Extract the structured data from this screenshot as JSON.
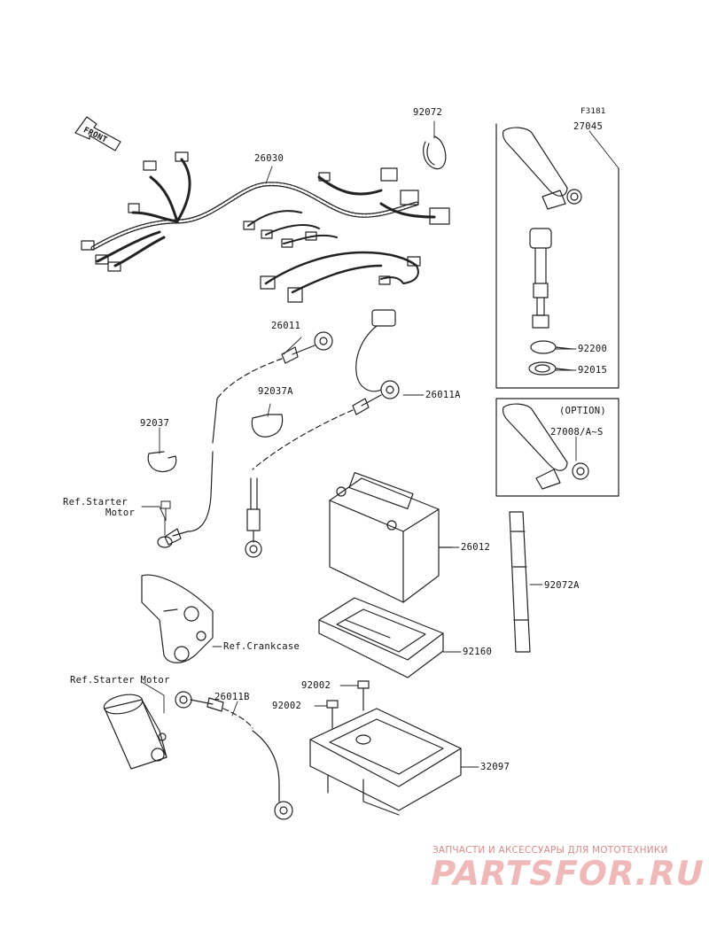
{
  "diagram": {
    "figure_code": "F3181",
    "front_arrow": "FRONT",
    "option_note": "(OPTION)",
    "parts": {
      "p92072": "92072",
      "p27045": "27045",
      "p26030": "26030",
      "p26011": "26011",
      "p92037A": "92037A",
      "p26011A": "26011A",
      "p92200": "92200",
      "p92015": "92015",
      "p92037": "92037",
      "p27008": "27008/A~S",
      "p26012": "26012",
      "p92072A": "92072A",
      "p92160": "92160",
      "p92002a": "92002",
      "p92002b": "92002",
      "p26011B": "26011B",
      "p32097": "32097"
    },
    "refs": {
      "starter_motor_1_line1": "Ref.Starter",
      "starter_motor_1_line2": "Motor",
      "crankcase": "Ref.Crankcase",
      "starter_motor_2": "Ref.Starter Motor"
    }
  },
  "watermark": {
    "tagline": "ЗАПЧАСТИ И АКСЕССУАРЫ ДЛЯ МОТОТЕХНИКИ",
    "brand": "PARTSFOR.RU",
    "color": "#f0b9b9"
  }
}
